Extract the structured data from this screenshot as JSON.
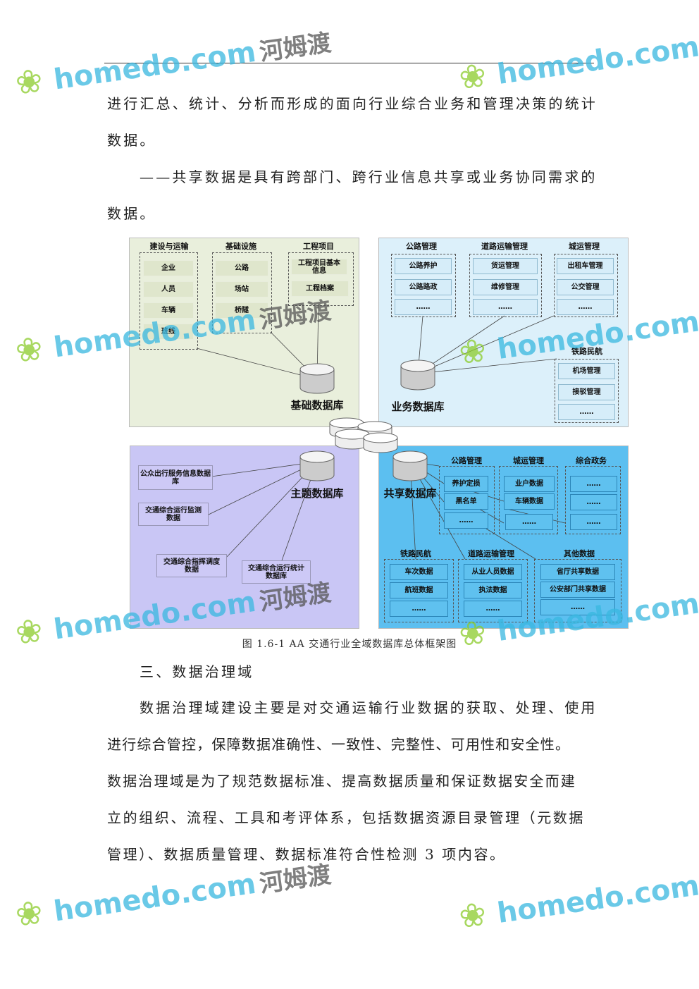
{
  "body": {
    "lines_top": [
      "进行汇总、统计、分析而形成的面向行业综合业务和管理决策的统计",
      "数据。",
      "——共享数据是具有跨部门、跨行业信息共享或业务协同需求的",
      "数据。"
    ],
    "caption": "图 1.6-1 AA 交通行业全域数据库总体框架图",
    "section_heading": "三、数据治理域",
    "lines_bottom": [
      "数据治理域建设主要是对交通运输行业数据的获取、处理、使用",
      "进行综合管控，保障数据准确性、一致性、完整性、可用性和安全性。",
      "数据治理域是为了规范数据标准、提高数据质量和保证数据安全而建",
      "立的组织、流程、工具和考评体系，包括数据资源目录管理（元数据",
      "管理）、数据质量管理、数据标准符合性检测 3 项内容。"
    ]
  },
  "diagram": {
    "base": {
      "db": "基础数据库",
      "groups": [
        {
          "title": "建设与运输",
          "items": [
            "企业",
            "人员",
            "车辆",
            "班线"
          ]
        },
        {
          "title": "基础设施",
          "items": [
            "公路",
            "场站",
            "桥隧"
          ]
        },
        {
          "title": "工程项目",
          "items": [
            "工程项目基本信息",
            "工程档案"
          ]
        }
      ]
    },
    "business": {
      "db": "业务数据库",
      "groups": [
        {
          "title": "公路管理",
          "items": [
            "公路养护",
            "公路路政",
            "……"
          ]
        },
        {
          "title": "道路运输管理",
          "items": [
            "货运管理",
            "维修管理",
            "……"
          ]
        },
        {
          "title": "城运管理",
          "items": [
            "出租车管理",
            "公交管理",
            "……"
          ]
        },
        {
          "title": "铁路民航",
          "items": [
            "机场管理",
            "接驳管理",
            "……"
          ]
        }
      ]
    },
    "theme": {
      "db": "主题数据库",
      "items": [
        "公众出行服务信息数据库",
        "交通综合运行监测数据",
        "交通综合指挥调度数据",
        "交通综合运行统计数据库"
      ]
    },
    "shared": {
      "db": "共享数据库",
      "groups": [
        {
          "title": "公路管理",
          "items": [
            "养护定损",
            "黑名单",
            "……"
          ]
        },
        {
          "title": "城运管理",
          "items": [
            "业户数据",
            "车辆数据",
            "……"
          ]
        },
        {
          "title": "综合政务",
          "items": [
            "……",
            "……",
            "……"
          ]
        },
        {
          "title": "铁路民航",
          "items": [
            "车次数据",
            "航班数据",
            "……"
          ]
        },
        {
          "title": "道路运输管理",
          "items": [
            "从业人员数据",
            "执法数据",
            "……"
          ]
        },
        {
          "title": "其他数据",
          "items": [
            "省厅共享数据",
            "公安部门共享数据",
            "……"
          ]
        }
      ]
    },
    "colors": {
      "base": "#e9efdc",
      "business": "#dcf0fa",
      "theme": "#c9c6f5",
      "shared": "#5cbff0"
    }
  },
  "watermark": {
    "site": "homedo.com",
    "name": "河姆渡"
  }
}
